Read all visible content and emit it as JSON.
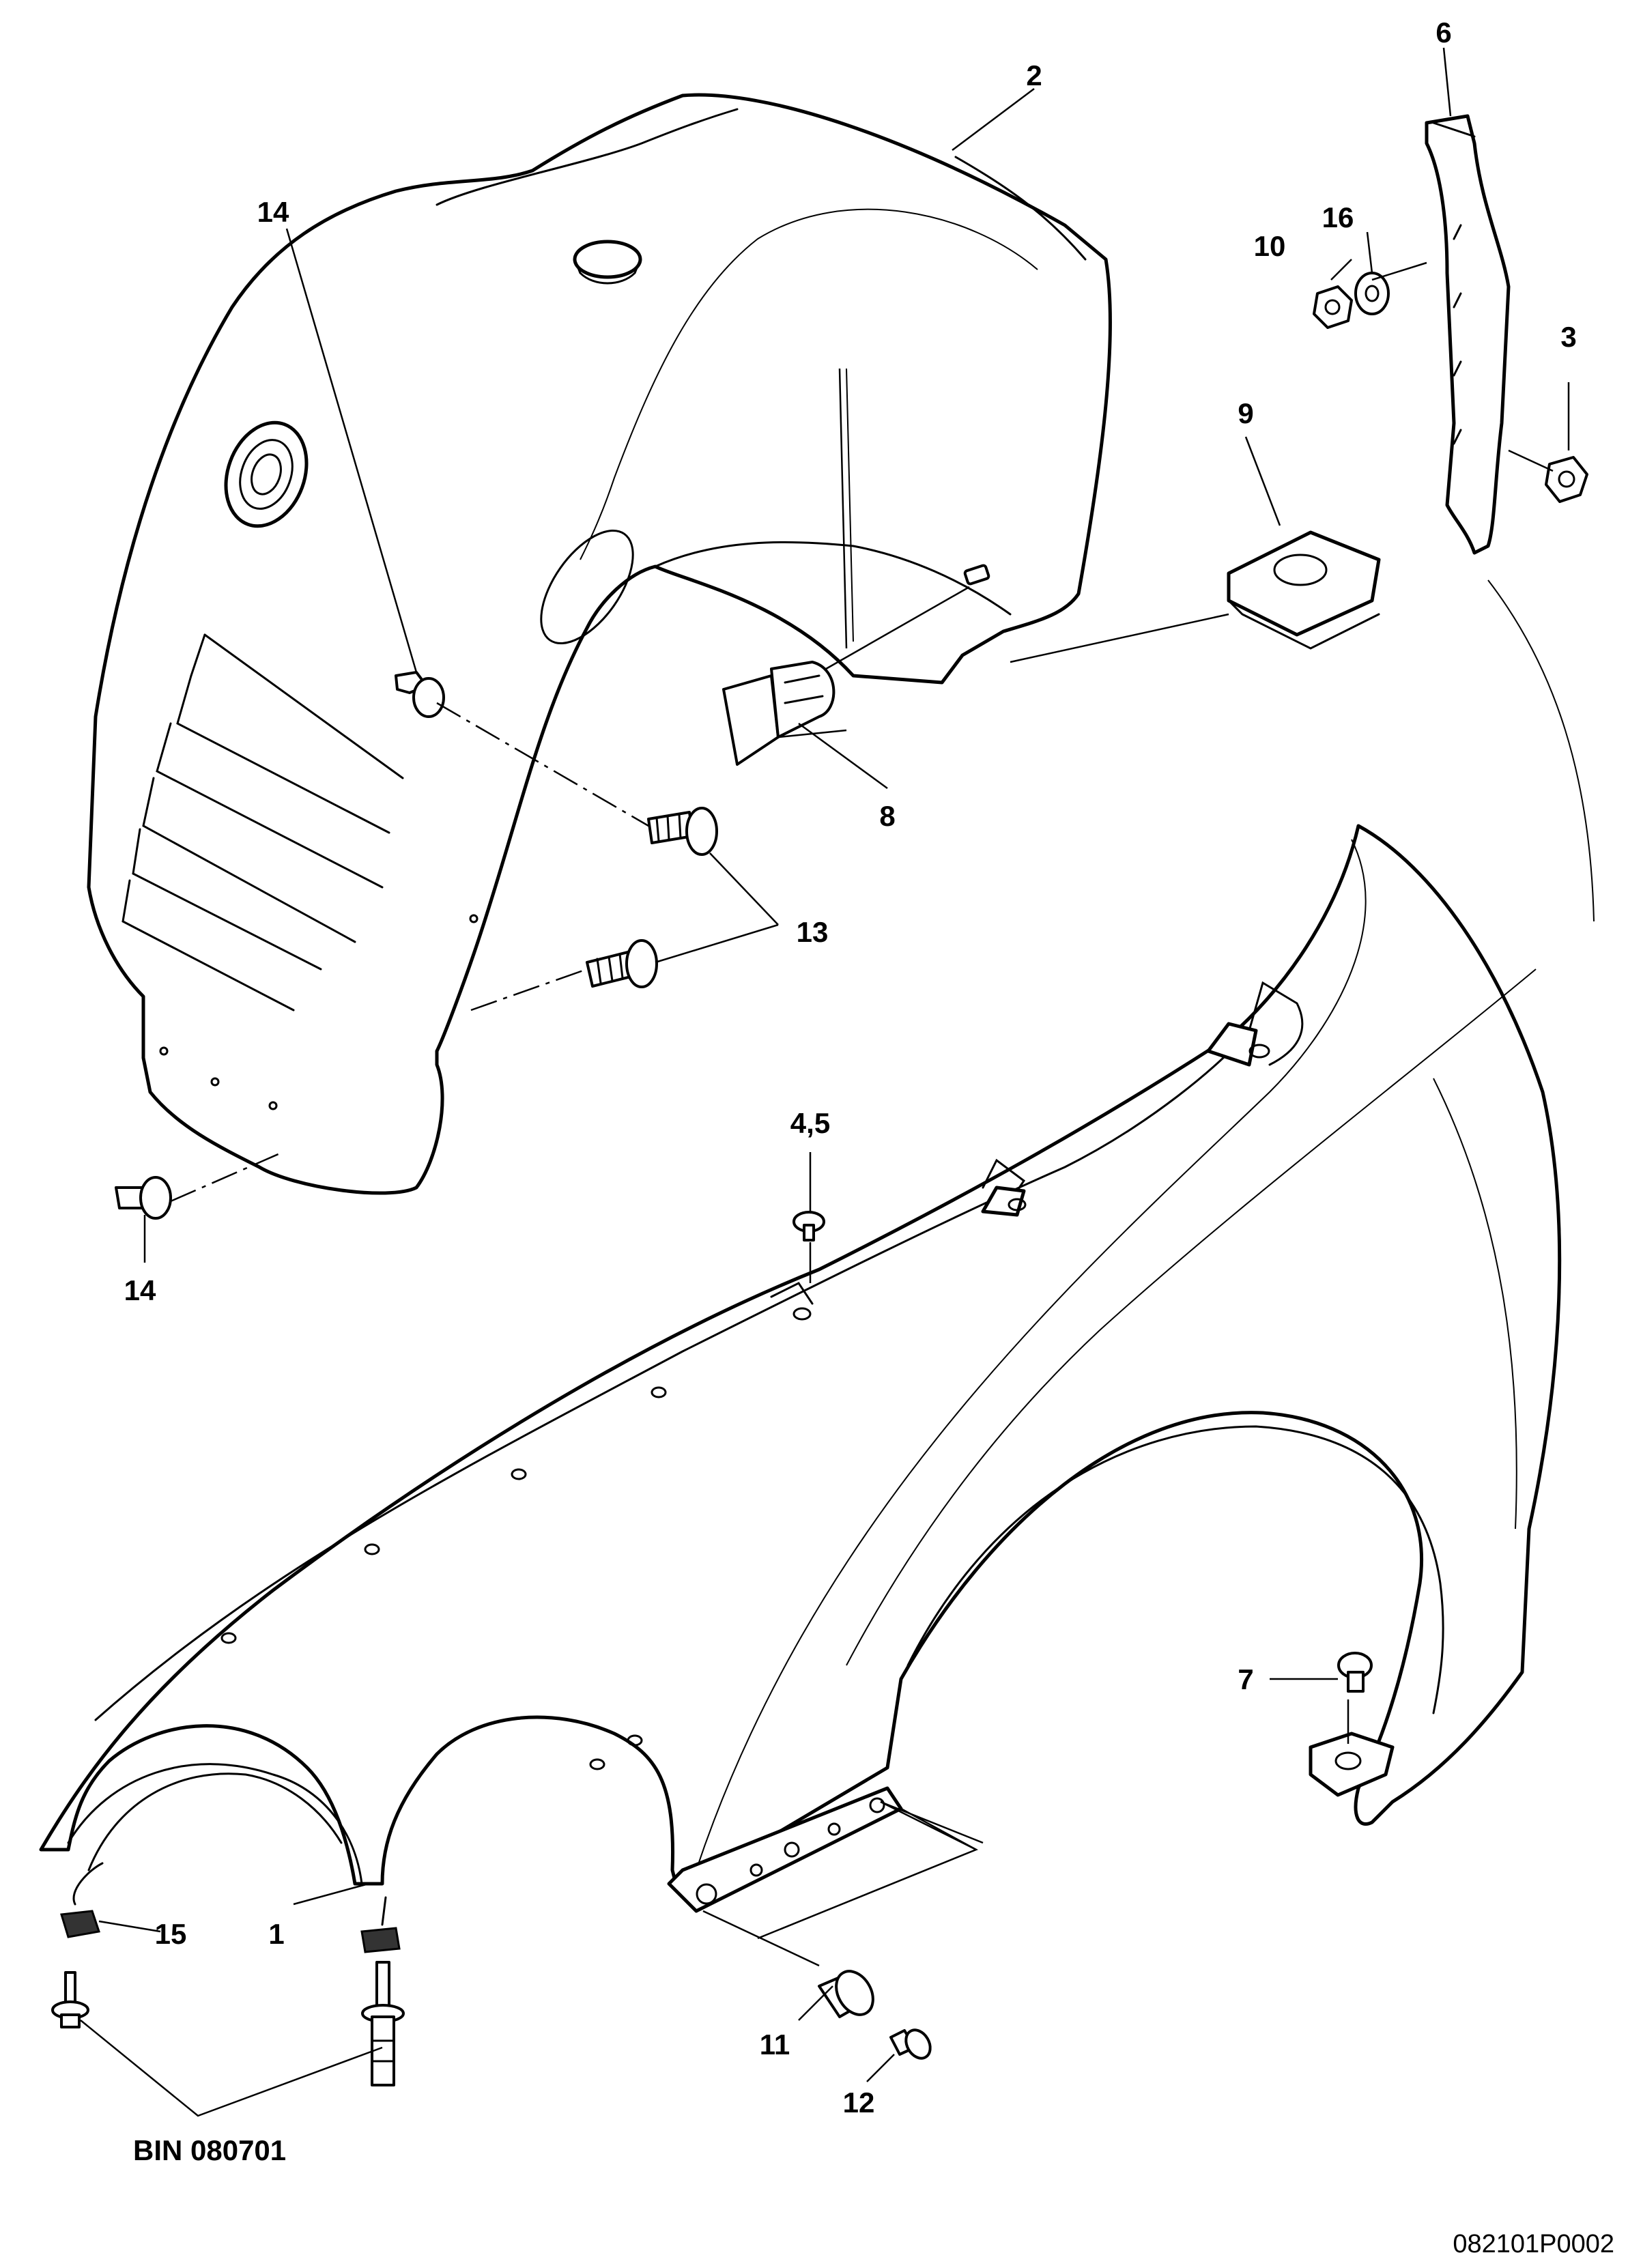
{
  "diagram": {
    "callouts": {
      "c1": "1",
      "c2": "2",
      "c3": "3",
      "c4_5": "4,5",
      "c6": "6",
      "c7": "7",
      "c8": "8",
      "c9": "9",
      "c10": "10",
      "c11": "11",
      "c12": "12",
      "c13": "13",
      "c14_top": "14",
      "c14_bottom": "14",
      "c15": "15",
      "c16": "16"
    },
    "reference_label": "BIN 080701",
    "diagram_id": "082101P0002"
  }
}
